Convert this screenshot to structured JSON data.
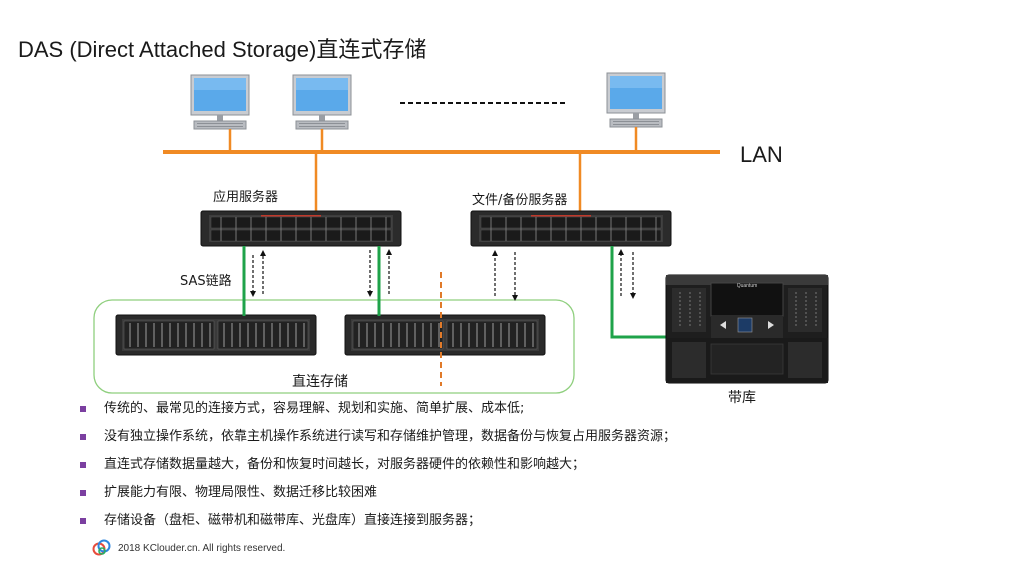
{
  "title": "DAS (Direct Attached Storage)直连式存储",
  "labels": {
    "lan": "LAN",
    "app_server": "应用服务器",
    "file_server": "文件/备份服务器",
    "sas_link": "SAS链路",
    "direct_storage": "直连存储",
    "tape_library": "带库",
    "tape_brand": "Quantum"
  },
  "colors": {
    "lan_line": "#f08a24",
    "sas_link": "#1fa34a",
    "storage_group_border": "#8fcf7e",
    "bullet": "#7b3fa0",
    "divider": "#e07a2a"
  },
  "icons": [
    "monitor-icon",
    "rack-server-icon",
    "disk-enclosure-icon",
    "tape-library-icon",
    "kclouder-logo-icon"
  ],
  "bullets": [
    "传统的、最常见的连接方式，容易理解、规划和实施、简单扩展、成本低;",
    "没有独立操作系统，依靠主机操作系统进行读写和存储维护管理，数据备份与恢复占用服务器资源；",
    "直连式存储数据量越大，备份和恢复时间越长，对服务器硬件的依赖性和影响越大；",
    "扩展能力有限、物理局限性、数据迁移比较困难",
    "存储设备（盘柜、磁带机和磁带库、光盘库）直接连接到服务器；"
  ],
  "footer": "2018 KClouder.cn. All rights reserved."
}
